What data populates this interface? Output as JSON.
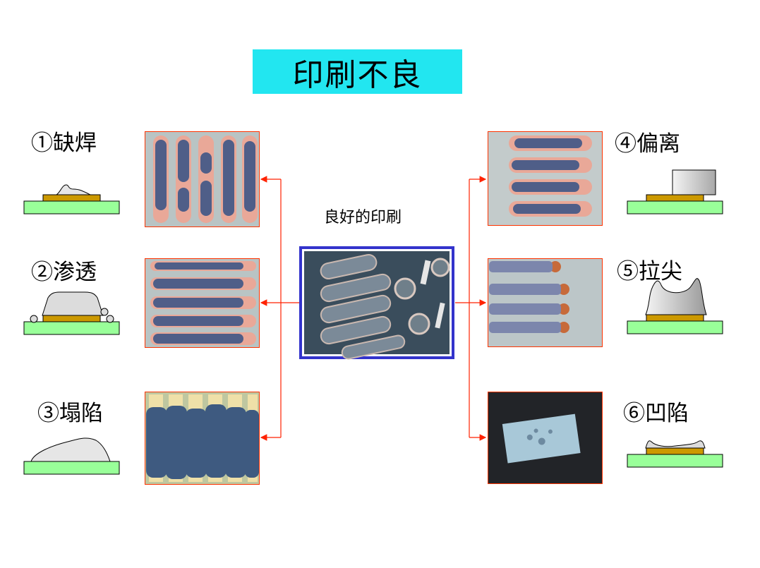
{
  "title": "印刷不良",
  "center": {
    "caption": "良好的印刷"
  },
  "defects": [
    {
      "label": "①缺焊"
    },
    {
      "label": "②渗透"
    },
    {
      "label": "③塌陷"
    },
    {
      "label": "④偏离"
    },
    {
      "label": "⑤拉尖"
    },
    {
      "label": "⑥凹陷"
    }
  ],
  "colors": {
    "title_bg": "#22e6f0",
    "arrow": "#ff2200",
    "board_green": "#99ff99",
    "pad_gold": "#cc9900",
    "photo_border": "#ff3300",
    "center_border": "#3333cc"
  }
}
